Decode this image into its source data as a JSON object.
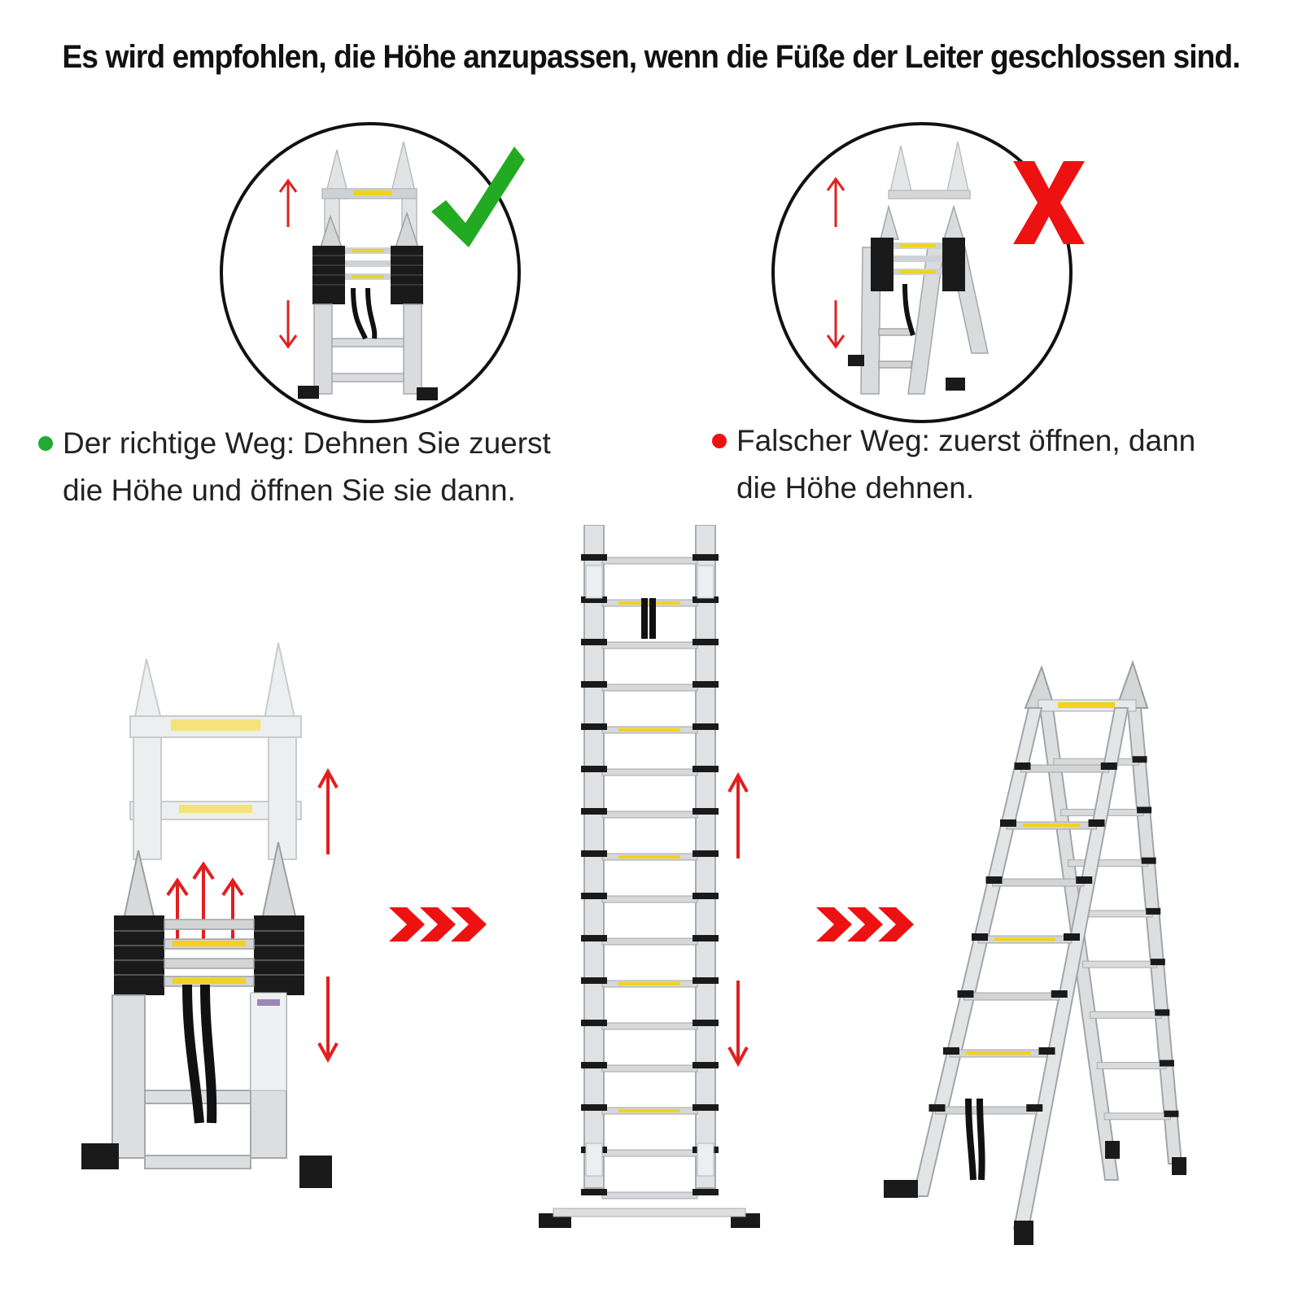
{
  "headline": "Es wird empfohlen, die Höhe anzupassen, wenn die Füße der Leiter geschlossen sind.",
  "correct": {
    "line1": "Der richtige Weg: Dehnen Sie zuerst",
    "line2": "die Höhe und öffnen Sie sie dann.",
    "dot_color": "#22aa33",
    "mark_color": "#22aa22",
    "icon": "checkmark-icon"
  },
  "wrong": {
    "line1": "Falscher Weg: zuerst öffnen, dann",
    "line2": "die Höhe dehnen.",
    "dot_color": "#ee1111",
    "mark_color": "#ee1111",
    "icon": "cross-icon"
  },
  "colors": {
    "arrow_red": "#e02020",
    "aluminum": "#d4d6d8",
    "band": "#1a1a1a",
    "label_yellow": "#f2d21c"
  }
}
